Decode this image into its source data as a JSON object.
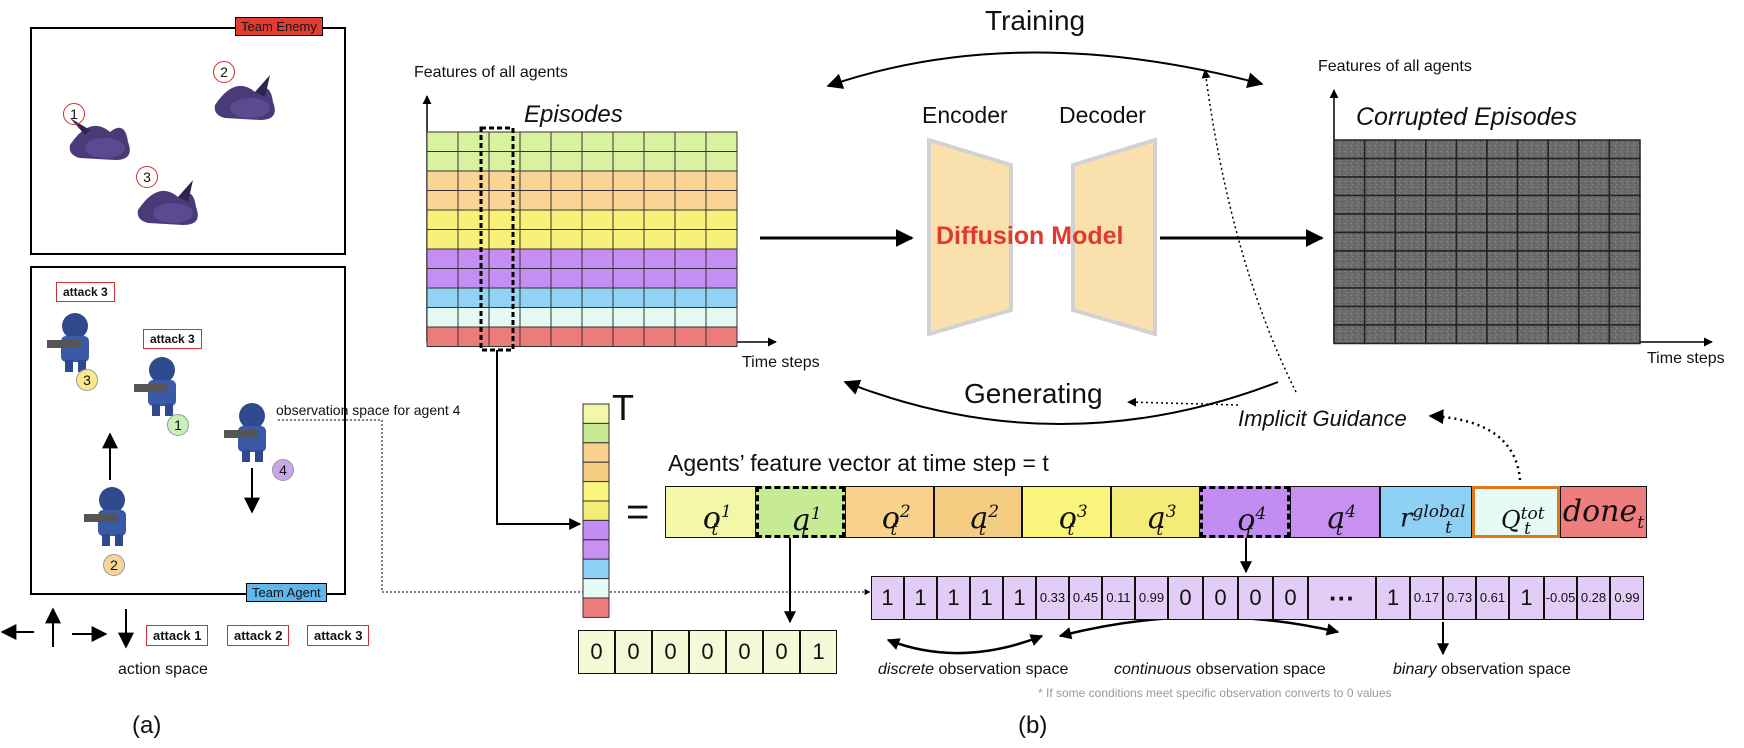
{
  "panel_a": {
    "team_enemy": "Team Enemy",
    "team_agent": "Team Agent",
    "enemy_ids": [
      "1",
      "2",
      "3"
    ],
    "agent_attack_labels": [
      "attack 3",
      "attack 3"
    ],
    "agent_ids": [
      "3",
      "1",
      "4",
      "2"
    ],
    "observation_label": "observation space for agent 4",
    "actions": [
      "attack 1",
      "attack 2",
      "attack 3"
    ],
    "action_space_label": "action space",
    "caption": "(a)"
  },
  "panel_b": {
    "training": "Training",
    "generating": "Generating",
    "features_left": "Features of all agents",
    "features_right": "Features of all agents",
    "episodes": "Episodes",
    "corrupted": "Corrupted Episodes",
    "time_left": "Time steps",
    "time_right": "Time steps",
    "encoder": "Encoder",
    "decoder": "Decoder",
    "diffusion": "Diffusion Model",
    "implicit": "Implicit Guidance",
    "transpose": "T",
    "feature_vector_title": "Agents’ feature vector at time step = t",
    "equals": "=",
    "feature_names": [
      "o",
      "a",
      "o",
      "a",
      "o",
      "a",
      "o",
      "a",
      "r",
      "Q",
      "done"
    ],
    "feature_sups": [
      "1",
      "1",
      "2",
      "2",
      "3",
      "3",
      "4",
      "4",
      "global",
      "tot",
      ""
    ],
    "feature_sub": "t",
    "action_onehot": [
      "0",
      "0",
      "0",
      "0",
      "0",
      "0",
      "1"
    ],
    "obs_values": [
      "1",
      "1",
      "1",
      "1",
      "1",
      "0.33",
      "0.45",
      "0.11",
      "0.99",
      "0",
      "0",
      "0",
      "0",
      "···",
      "1",
      "0.17",
      "0.73",
      "0.61",
      "1",
      "-0.05",
      "0.28",
      "0.99"
    ],
    "discrete_word": "discrete",
    "continuous_word": "continuous",
    "binary_word": "binary",
    "obs_space_suffix": "observation space",
    "footnote": "* If some conditions meet specific observation converts to 0 values",
    "caption": "(b)"
  },
  "colors": {
    "feature_colors": [
      "#f3f7a8",
      "#c7eb95",
      "#f8d18c",
      "#f5cd82",
      "#faf57d",
      "#f5ec78",
      "#c38cf2",
      "#c890f0",
      "#8fd0f5",
      "#e6faf6",
      "#ee7d7d"
    ],
    "episode_rows": [
      "#d9f2a0",
      "#d9f2a0",
      "#f9d494",
      "#f9d494",
      "#f8f078",
      "#f8f078",
      "#c58ef2",
      "#c58ef2",
      "#92d2f2",
      "#e6faf4",
      "#ec7b7b"
    ],
    "diffusion_text": "#e03a2c",
    "obs_cell": "#e3cdf7",
    "onehot_cell": "#f6f9d8",
    "team_enemy_bg": "#e23c33",
    "team_agent_bg": "#5eb6ea"
  }
}
